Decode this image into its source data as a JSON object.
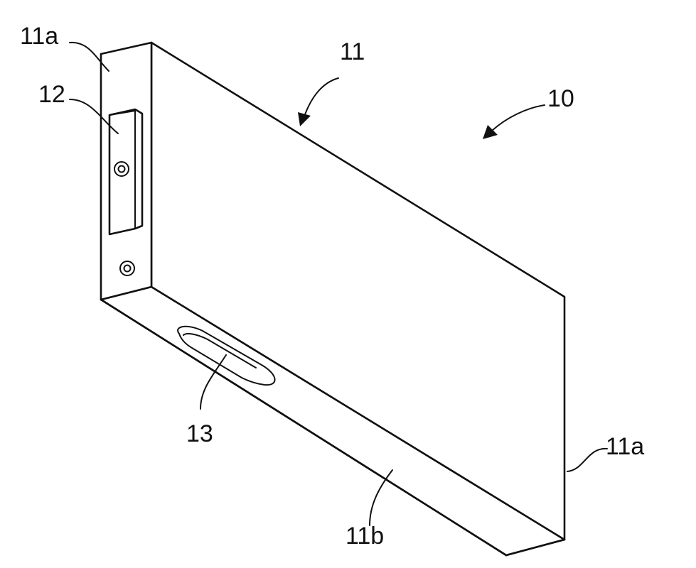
{
  "figure": {
    "labels": {
      "assembly": "10",
      "case": "11",
      "end_face_top": "11a",
      "end_face_bottom": "11a",
      "bottom_face": "11b",
      "terminal": "12",
      "vent": "13"
    }
  }
}
